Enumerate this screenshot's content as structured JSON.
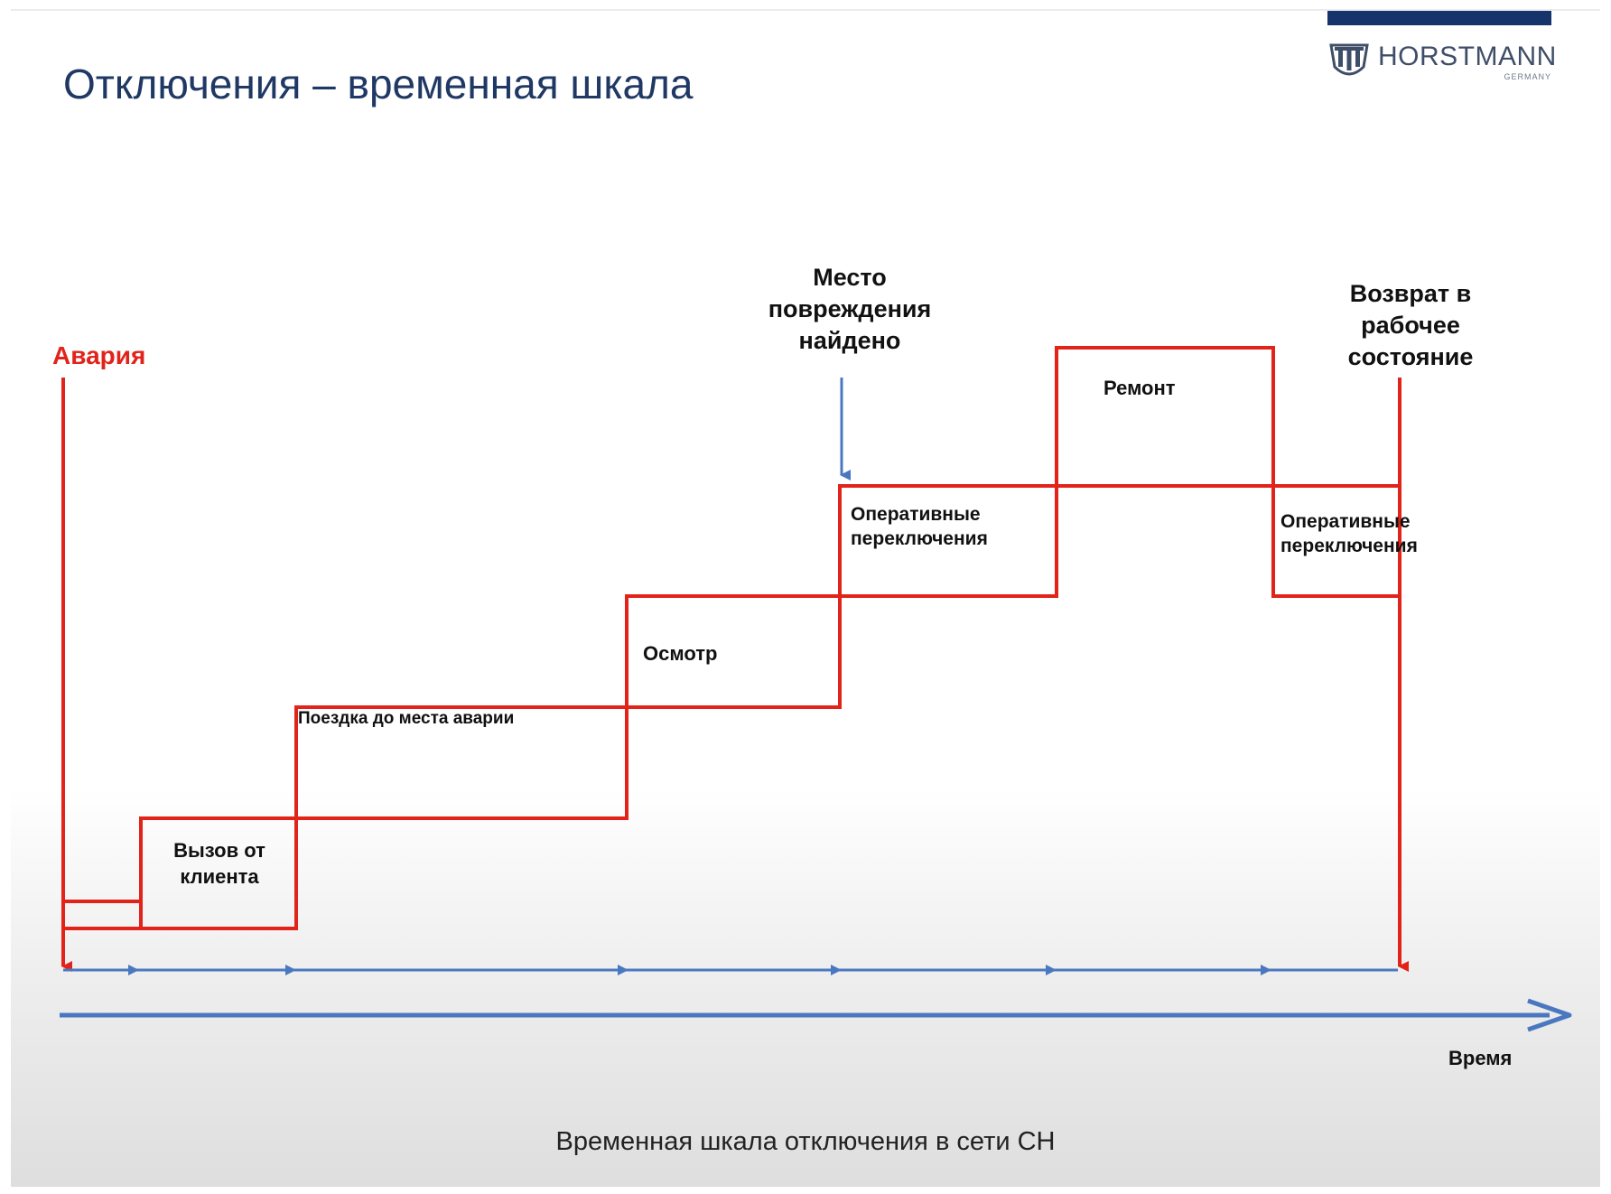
{
  "slide": {
    "title": "Отключения – временная шкала",
    "caption": "Временная шкала отключения в сети СН"
  },
  "logo": {
    "name": "HORSTMANN",
    "sub": "GERMANY",
    "color": "#3f4e68",
    "bar_color": "#17336b"
  },
  "events": {
    "accident": "Авария",
    "fault_found": "Место повреждения найдено",
    "restored": "Возврат в рабочее состояние"
  },
  "stages": [
    {
      "id": "call",
      "label": "Вызов от клиента"
    },
    {
      "id": "travel",
      "label": "Поездка до места аварии"
    },
    {
      "id": "inspection",
      "label": "Осмотр"
    },
    {
      "id": "switching1",
      "label": "Оперативные переключения"
    },
    {
      "id": "repair",
      "label": "Ремонт"
    },
    {
      "id": "switching2",
      "label": "Оперативные переключения"
    }
  ],
  "axis": {
    "label": "Время"
  },
  "colors": {
    "stage_outline": "#e2231a",
    "accident": "#e2231a",
    "timeline": "#4a78c0",
    "title": "#1f3864"
  }
}
